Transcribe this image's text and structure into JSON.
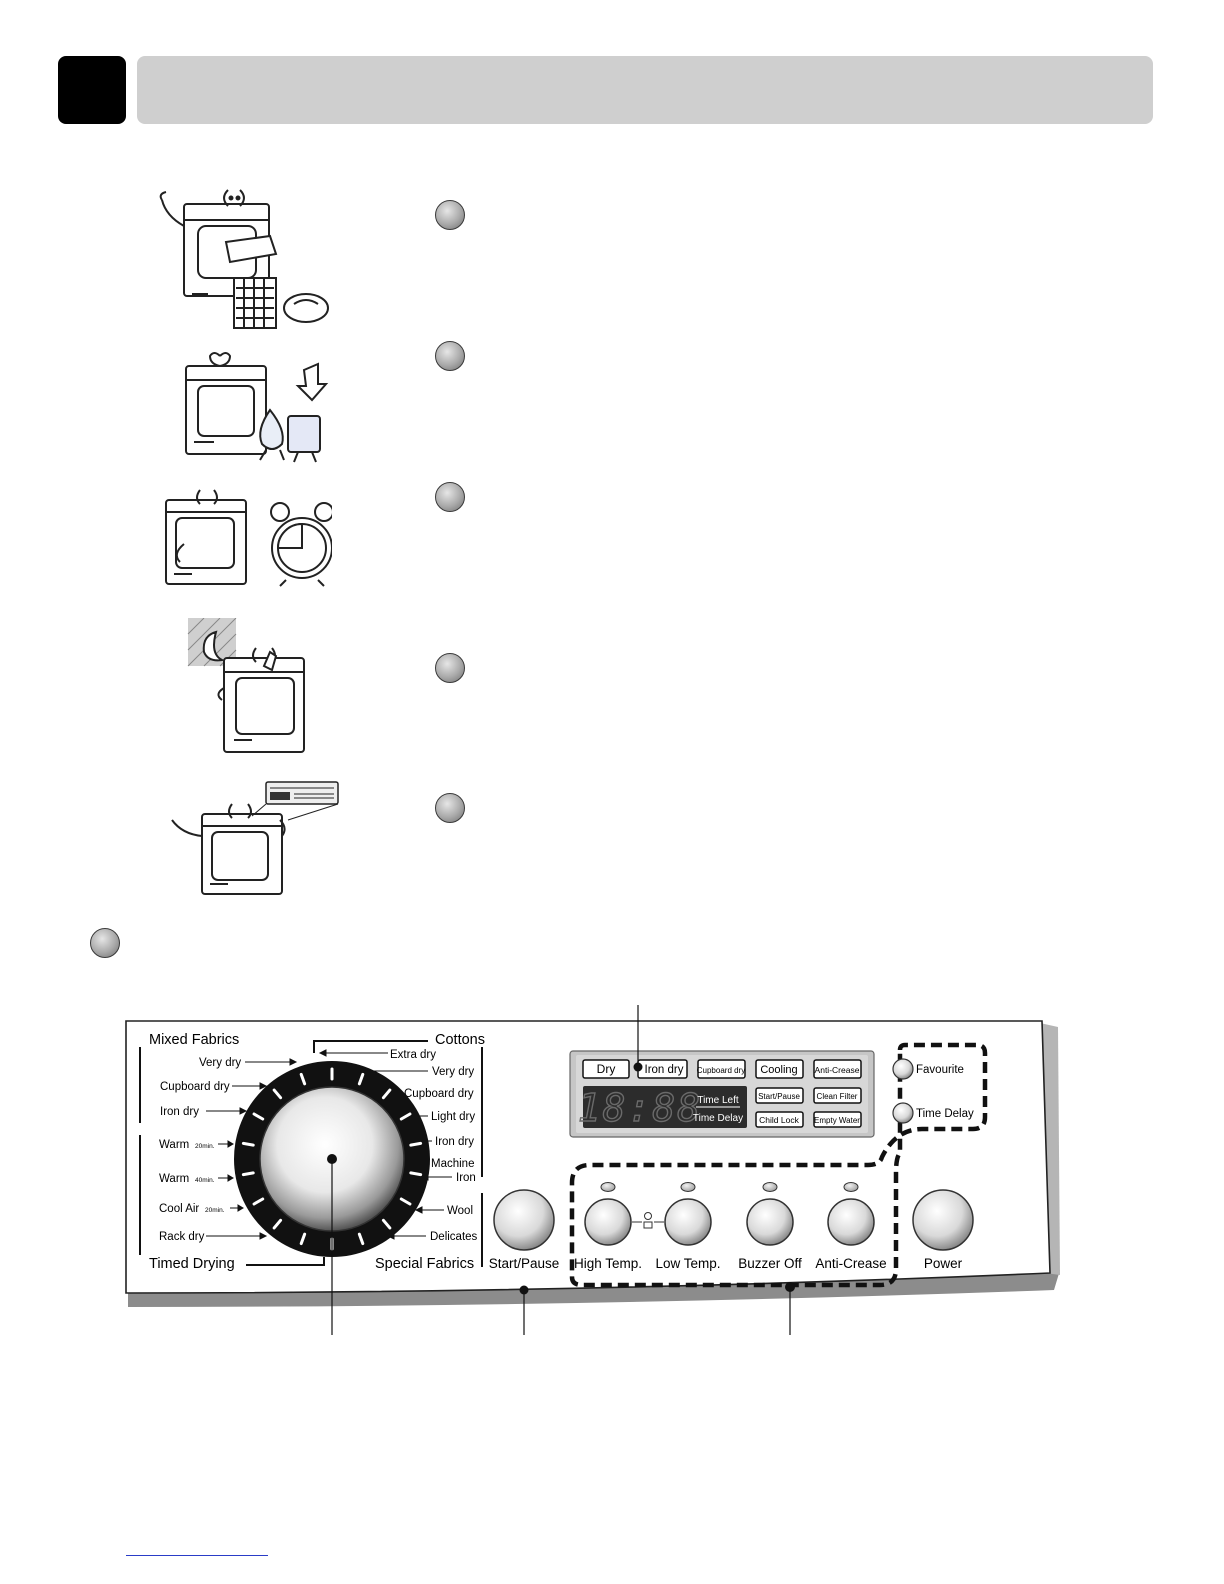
{
  "panel": {
    "dial_groups": {
      "mixed_fabrics": "Mixed Fabrics",
      "cottons": "Cottons",
      "timed_drying": "Timed Drying",
      "special_fabrics": "Special Fabrics"
    },
    "dial_options_left": [
      "Very dry",
      "Cupboard dry",
      "Iron dry",
      "Warm",
      "Warm",
      "Cool Air",
      "Rack dry"
    ],
    "dial_option_suffixes": {
      "warm_20": "20min.",
      "warm_40": "40min.",
      "cool_20": "20min."
    },
    "dial_options_right": [
      "Extra dry",
      "Very dry",
      "Cupboard dry",
      "Light dry",
      "Iron dry",
      "Machine",
      "Iron",
      "Wool",
      "Delicates"
    ],
    "display": {
      "indicators": [
        "Dry",
        "Iron dry",
        "Cupboard dry",
        "Cooling",
        "Anti-Crease",
        "Start/Pause",
        "Clean Filter",
        "Child Lock",
        "Empty Water"
      ],
      "digits": "18:88",
      "time_left": "Time Left",
      "time_delay": "Time Delay"
    },
    "side_buttons": [
      "Favourite",
      "Time Delay"
    ],
    "buttons": {
      "start_pause": "Start/Pause",
      "high_temp": "High Temp.",
      "low_temp": "Low Temp.",
      "buzzer_off": "Buzzer Off",
      "anti_crease": "Anti-Crease",
      "power": "Power"
    }
  }
}
